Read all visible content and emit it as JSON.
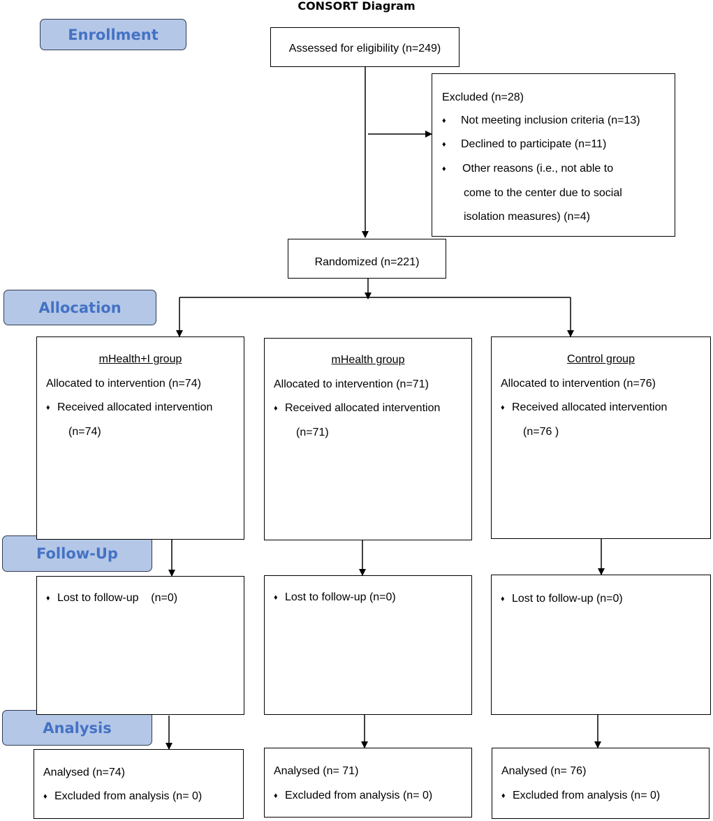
{
  "title": "CONSORT Diagram",
  "phases": {
    "enrollment": "Enrollment",
    "allocation": "Allocation",
    "follow_up": "Follow-Up",
    "analysis": "Analysis"
  },
  "bullet": "♦",
  "assessed": "Assessed for eligibility (n=249)",
  "excluded": {
    "title": "Excluded (n=28)",
    "item1": "Not meeting inclusion criteria (n=13)",
    "item2": "Declined to participate (n=11)",
    "item3_line1": "Other reasons (i.e., not able to",
    "item3_line2": "come to the center due to social",
    "item3_line3": "isolation measures) (n=4)"
  },
  "randomized": "Randomized (n=221)",
  "groups": [
    {
      "name": "mHealth+I group",
      "allocated": "Allocated to intervention (n=74)",
      "received": "Received allocated intervention",
      "received_n": "(n=74)",
      "lost": "Lost to follow-up    (n=0)",
      "analysed": "Analysed (n=74)",
      "excluded": "Excluded from analysis (n= 0)"
    },
    {
      "name": "mHealth group",
      "allocated": "Allocated to intervention (n=71)",
      "received": "Received allocated intervention",
      "received_n": "(n=71)",
      "lost": "Lost to follow-up (n=0)",
      "analysed": "Analysed (n= 71)",
      "excluded": "Excluded from analysis (n= 0)"
    },
    {
      "name": "Control group",
      "allocated": "Allocated to intervention (n=76)",
      "received": "Received allocated intervention",
      "received_n": "(n=76 )",
      "lost": "Lost to follow-up (n=0)",
      "analysed": "Analysed (n= 76)",
      "excluded": "Excluded from analysis (n= 0)"
    }
  ]
}
